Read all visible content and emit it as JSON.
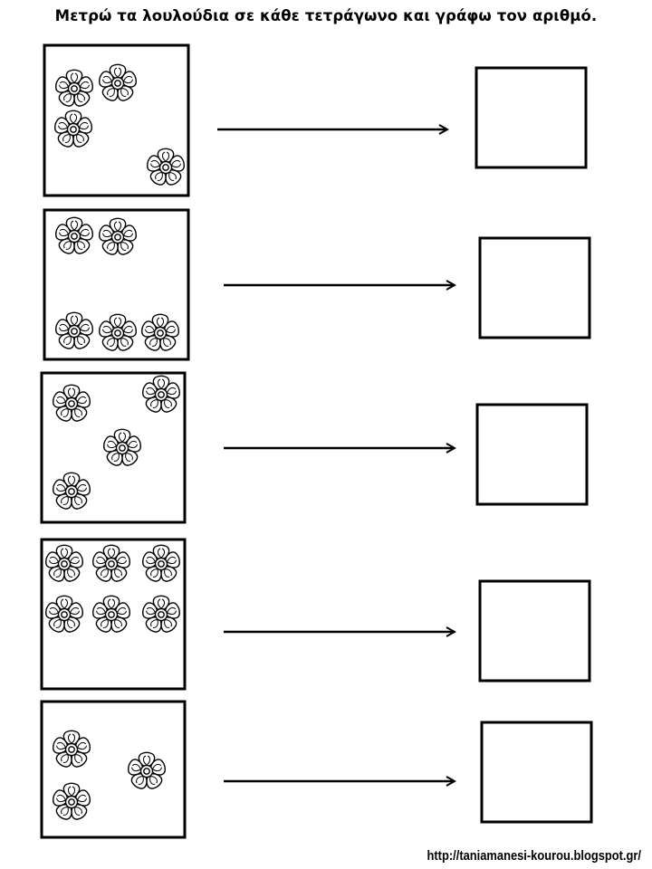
{
  "worksheet": {
    "instruction": "Μετρώ τα λουλούδια σε κάθε τετράγωνο και γράφω τον αριθμό.",
    "source_url": "http://taniamanesi-kourou.blogspot.gr/",
    "flower_icon": "flower-icon",
    "arrow_icon": "arrow-right-icon",
    "exercises": [
      {
        "flower_count": 4
      },
      {
        "flower_count": 5
      },
      {
        "flower_count": 4
      },
      {
        "flower_count": 6
      },
      {
        "flower_count": 3
      }
    ]
  }
}
